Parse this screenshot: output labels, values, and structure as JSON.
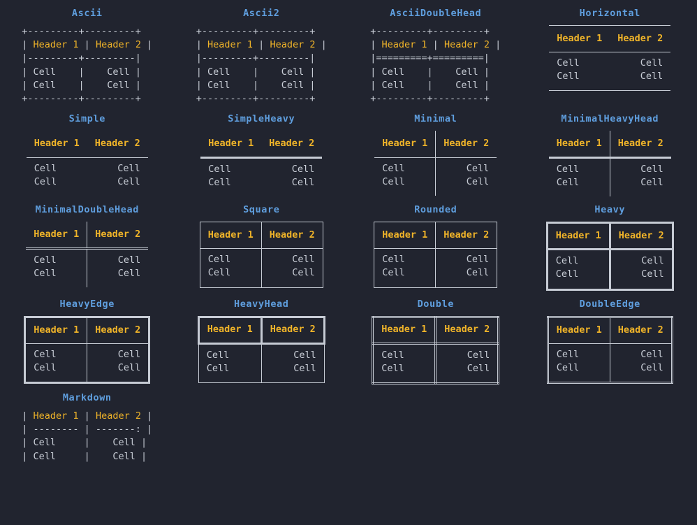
{
  "page": {
    "background": "#21242f",
    "title_color": "#5f9ede",
    "header_color": "#f0b429",
    "cell_color": "#c8cdd6",
    "border_color": "#c6cbd4"
  },
  "table_content": {
    "headers": [
      "Header 1",
      "Header 2"
    ],
    "rows": [
      [
        "Cell",
        "Cell"
      ],
      [
        "Cell",
        "Cell"
      ]
    ],
    "col1_align": "left",
    "col2_align": "right"
  },
  "tables": [
    {
      "name": "Ascii",
      "render": "ascii",
      "lines": [
        "+---------+---------+",
        "| Header 1 | Header 2 |",
        "|---------+---------|",
        "| Cell    |    Cell |",
        "| Cell    |    Cell |",
        "+---------+---------+"
      ]
    },
    {
      "name": "Ascii2",
      "render": "ascii",
      "lines": [
        "+---------+---------+",
        "| Header 1 | Header 2 |",
        "|---------+---------|",
        "| Cell    |    Cell |",
        "| Cell    |    Cell |",
        "+---------+---------+"
      ]
    },
    {
      "name": "AsciiDoubleHead",
      "render": "ascii",
      "lines": [
        "+---------+---------+",
        "| Header 1 | Header 2 |",
        "|=========+=========|",
        "| Cell    |    Cell |",
        "| Cell    |    Cell |",
        "+---------+---------+"
      ]
    },
    {
      "name": "Horizontal",
      "render": "box",
      "style": "t-horizontal"
    },
    {
      "name": "Simple",
      "render": "box",
      "style": "t-simple"
    },
    {
      "name": "SimpleHeavy",
      "render": "box",
      "style": "t-simpleheavy"
    },
    {
      "name": "Minimal",
      "render": "box",
      "style": "t-minimal"
    },
    {
      "name": "MinimalHeavyHead",
      "render": "box",
      "style": "t-minimalheavyhead"
    },
    {
      "name": "MinimalDoubleHead",
      "render": "box",
      "style": "t-minimaldoublehead"
    },
    {
      "name": "Square",
      "render": "box",
      "style": "t-square"
    },
    {
      "name": "Rounded",
      "render": "box",
      "style": "t-rounded"
    },
    {
      "name": "Heavy",
      "render": "box",
      "style": "t-heavy"
    },
    {
      "name": "HeavyEdge",
      "render": "box",
      "style": "t-heavyedge"
    },
    {
      "name": "HeavyHead",
      "render": "box",
      "style": "t-heavyhead"
    },
    {
      "name": "Double",
      "render": "box",
      "style": "t-double"
    },
    {
      "name": "DoubleEdge",
      "render": "box",
      "style": "t-doubleedge"
    },
    {
      "name": "Markdown",
      "render": "ascii",
      "lines": [
        "| Header 1 | Header 2 |",
        "| -------- | -------: |",
        "| Cell     |    Cell |",
        "| Cell     |    Cell |"
      ]
    }
  ]
}
